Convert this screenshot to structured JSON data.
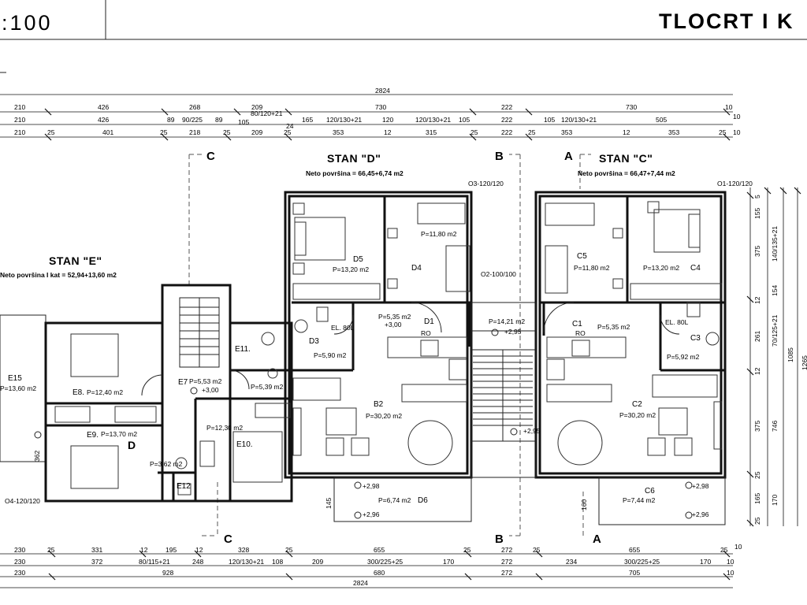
{
  "title_block": {
    "scale": ":100",
    "title": "TLOCRT I K"
  },
  "dimension_rows": {
    "top1": [
      "210",
      "426",
      "268",
      "209",
      "730",
      "222",
      "730",
      "10"
    ],
    "top2": [
      "210",
      "426",
      "89",
      "90/225",
      "89",
      "80/120+21",
      "105",
      "24",
      "165",
      "120/130+21",
      "120",
      "120/130+21",
      "105",
      "222",
      "105",
      "120/130+21",
      "505",
      "10"
    ],
    "top3": [
      "210",
      "25",
      "401",
      "25",
      "218",
      "25",
      "209",
      "25",
      "353",
      "12",
      "315",
      "25",
      "222",
      "25",
      "353",
      "12",
      "353",
      "25",
      "10"
    ],
    "top_total": "2824",
    "bottom1": [
      "230",
      "25",
      "331",
      "12",
      "195",
      "12",
      "328",
      "25",
      "655",
      "25",
      "272",
      "25",
      "655",
      "25",
      "10"
    ],
    "bottom2": [
      "230",
      "372",
      "80/115+21",
      "248",
      "120/130+21",
      "108",
      "209",
      "300/225+25",
      "170",
      "272",
      "234",
      "300/225+25",
      "170",
      "10"
    ],
    "bottom3": [
      "230",
      "928",
      "680",
      "272",
      "705",
      "10"
    ],
    "bottom_total": "2824",
    "right": [
      "155",
      "375",
      "12",
      "261",
      "12",
      "375",
      "25",
      "165",
      "25",
      "5",
      "140/135+21",
      "154",
      "70/125+21",
      "746",
      "1085",
      "170",
      "1265"
    ]
  },
  "section_marks": [
    "C",
    "B",
    "A",
    "C",
    "B",
    "A"
  ],
  "stan_d": {
    "title": "STAN \"D\"",
    "neto": "Neto površina = 66,45+6,74 m2"
  },
  "stan_c": {
    "title": "STAN \"C\"",
    "neto": "Neto površina = 66,47+7,44 m2"
  },
  "stan_e": {
    "title": "STAN \"E\"",
    "neto": "Neto površina I kat = 52,94+13,60 m2"
  },
  "rooms": {
    "D5": {
      "code": "D5",
      "area": "P=13,20 m2"
    },
    "D4": {
      "code": "D4",
      "area": "P=11,80 m2"
    },
    "D3": {
      "code": "D3",
      "area": "P=5,90 m2"
    },
    "D1": {
      "code": "D1",
      "area": "P=5,35 m2"
    },
    "B2": {
      "code": "B2",
      "area": "P=30,20 m2"
    },
    "D6": {
      "code": "D6",
      "area": "P=6,74 m2"
    },
    "stair": {
      "area": "P=14,21 m2"
    },
    "C5": {
      "code": "C5",
      "area": "P=11,80 m2"
    },
    "C4": {
      "code": "C4",
      "area": "P=13,20 m2"
    },
    "C1": {
      "code": "C1",
      "area": "P=5,35 m2"
    },
    "C3": {
      "code": "C3",
      "area": "P=5,92 m2"
    },
    "C2": {
      "code": "C2",
      "area": "P=30,20 m2"
    },
    "C6": {
      "code": "C6",
      "area": "P=7,44 m2"
    },
    "E15": {
      "code": "E15",
      "area": "P=13,60 m2"
    },
    "E8": {
      "code": "E8.",
      "area": "P=12,40 m2"
    },
    "E9": {
      "code": "E9.",
      "area": "P=13,70 m2"
    },
    "E7": {
      "code": "E7",
      "area": "P=5,53 m2"
    },
    "E11": {
      "code": "E11."
    },
    "E11b": {
      "area": "P=5,39 m2"
    },
    "E12": {
      "code": "E12"
    },
    "E12b": {
      "area": "P=3,62 m2"
    },
    "E10": {
      "code": "E10."
    },
    "E10b": {
      "area": "P=12,30 m2"
    }
  },
  "openings": {
    "o3": "O3-120/120",
    "o1": "O1-120/120",
    "o2": "O2-100/100",
    "o4": "O4-120/120",
    "el_d": "EL. 80L",
    "el_c": "EL. 80L",
    "ro_d": "RO",
    "ro_c": "RO",
    "d_letter": "D",
    "lvl_300a": "+3,00",
    "lvl_295a": "+2,95",
    "lvl_295b": "+2,95",
    "lvl_300b": "+3,00",
    "lvl_298a": "+2,98",
    "lvl_296a": "+2,96",
    "lvl_298b": "+2,98",
    "lvl_296b": "+2,96",
    "lvl_362": "362",
    "lvl_145": "145",
    "lvl_160": "160"
  }
}
